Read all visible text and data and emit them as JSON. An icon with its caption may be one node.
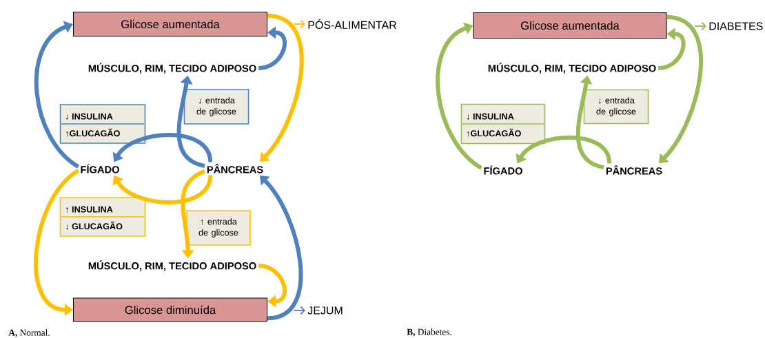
{
  "diagram": {
    "nodes": [
      {
        "text": [
          "Glicose aumentada"
        ]
      },
      {
        "text": [
          "MÚSCULO, RIM, TECIDO ADIPOSO"
        ]
      },
      {
        "text": [
          "↓ INSULINA",
          "↑GLUCAGÃO"
        ]
      },
      {
        "text": [
          "↓ entrada de glicose"
        ]
      },
      {
        "text": [
          "FÍGADO"
        ]
      },
      {
        "text": [
          "PÂNCREAS"
        ]
      },
      {
        "text": [
          "↑ INSULINA",
          "↓ GLUCAGÃO"
        ]
      },
      {
        "text": [
          "↑ entrada de glicose"
        ]
      },
      {
        "text": [
          "MÚSCULO, RIM, TECIDO ADIPOSO"
        ]
      },
      {
        "text": [
          "Glicose diminuída"
        ]
      },
      {
        "text": [
          "Glicose aumentada"
        ]
      },
      {
        "text": [
          "MÚSCULO, RIM, TECIDO ADIPOSO"
        ]
      },
      {
        "text": [
          "↓ INSULINA",
          "↑GLUCAGÃO"
        ]
      },
      {
        "text": [
          "↓ entrada de glicose"
        ]
      },
      {
        "text": [
          "FÍGADO"
        ]
      },
      {
        "text": [
          "PÂNCREAS"
        ]
      }
    ],
    "edges": [
      {
        "from": 4,
        "to": 0,
        "arrow": "to",
        "color": "#4f81bd"
      },
      {
        "from": 1,
        "to": 0,
        "arrow": "to",
        "color": "#4f81bd"
      },
      {
        "from": 5,
        "to": 1,
        "arrow": "to",
        "color": "#4f81bd"
      },
      {
        "from": 5,
        "to": 4,
        "arrow": "to",
        "color": "#4f81bd"
      },
      {
        "from": 9,
        "to": 5,
        "arrow": "to",
        "color": "#4f81bd"
      },
      {
        "from": 0,
        "to": 5,
        "arrow": "to",
        "color": "#ffc000"
      },
      {
        "from": 4,
        "to": 9,
        "arrow": "to",
        "color": "#ffc000"
      },
      {
        "from": 5,
        "to": 4,
        "arrow": "to",
        "color": "#ffc000"
      },
      {
        "from": 5,
        "to": 8,
        "arrow": "to",
        "color": "#ffc000"
      },
      {
        "from": 8,
        "to": 9,
        "arrow": "to",
        "color": "#ffc000"
      },
      {
        "from": 14,
        "to": 10,
        "arrow": "to",
        "color": "#9bbb59"
      },
      {
        "from": 11,
        "to": 10,
        "arrow": "to",
        "color": "#9bbb59"
      },
      {
        "from": 15,
        "to": 11,
        "arrow": "to",
        "color": "#9bbb59"
      },
      {
        "from": 15,
        "to": 14,
        "arrow": "to",
        "color": "#9bbb59"
      },
      {
        "from": 10,
        "to": 15,
        "arrow": "to",
        "color": "#9bbb59"
      }
    ],
    "labels": [
      "PÓS-ALIMENTAR",
      "JEJUM",
      "DIABETES",
      "**A,** Normal.",
      "**B,** Diabetes."
    ]
  }
}
